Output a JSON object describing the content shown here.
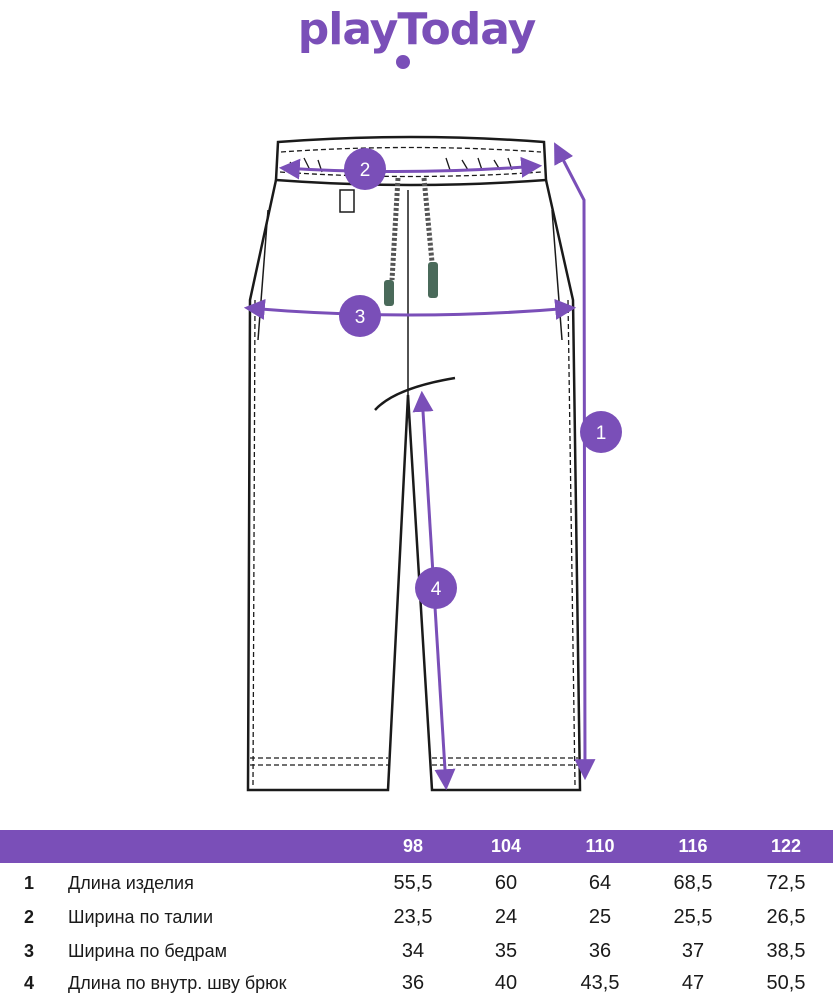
{
  "logo": {
    "text": "playToday",
    "brand_color": "#7a4fb8"
  },
  "diagram": {
    "markers": [
      {
        "id": "1",
        "label": "1"
      },
      {
        "id": "2",
        "label": "2"
      },
      {
        "id": "3",
        "label": "3"
      },
      {
        "id": "4",
        "label": "4"
      }
    ],
    "accent_color": "#7a4fb8"
  },
  "table": {
    "sizes": [
      "98",
      "104",
      "110",
      "116",
      "122"
    ],
    "rows": [
      {
        "num": "1",
        "label": "Длина изделия",
        "values": [
          "55,5",
          "60",
          "64",
          "68,5",
          "72,5"
        ]
      },
      {
        "num": "2",
        "label": "Ширина по талии",
        "values": [
          "23,5",
          "24",
          "25",
          "25,5",
          "26,5"
        ]
      },
      {
        "num": "3",
        "label": "Ширина по бедрам",
        "values": [
          "34",
          "35",
          "36",
          "37",
          "38,5"
        ]
      },
      {
        "num": "4",
        "label": "Длина по внутр. шву брюк",
        "values": [
          "36",
          "40",
          "43,5",
          "47",
          "50,5"
        ]
      }
    ]
  }
}
